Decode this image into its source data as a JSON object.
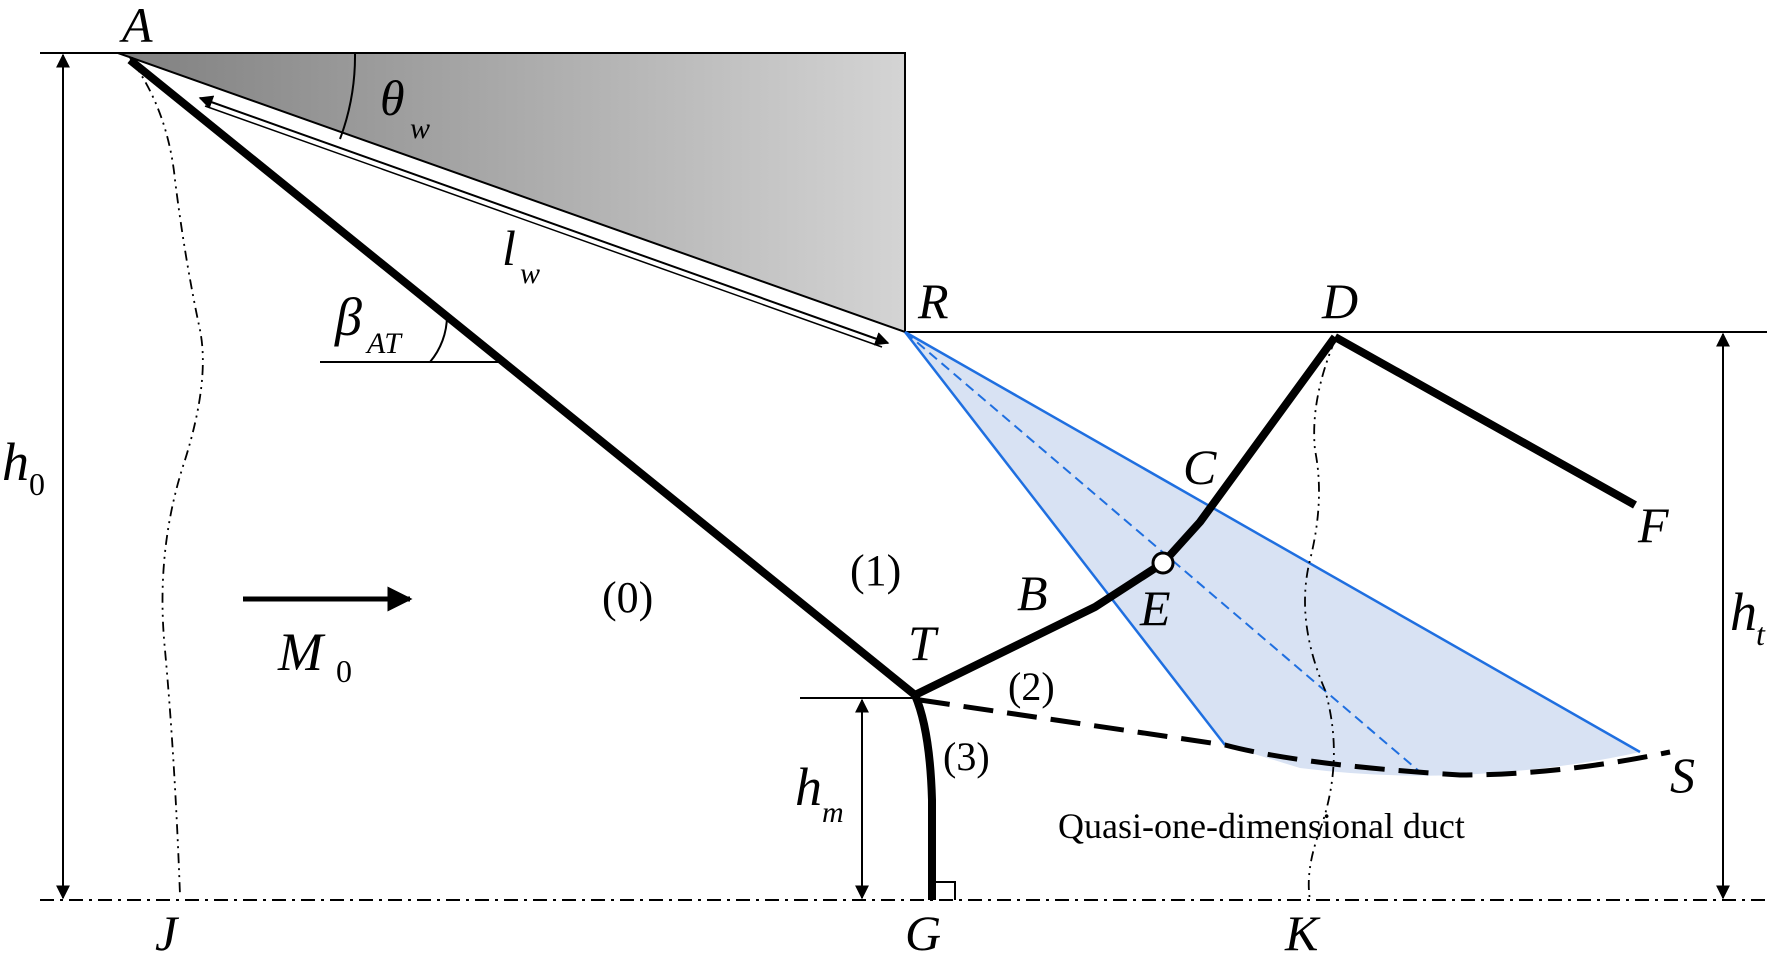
{
  "points": {
    "A": "A",
    "R": "R",
    "D": "D",
    "C": "C",
    "F": "F",
    "E": "E",
    "B": "B",
    "T": "T",
    "S": "S",
    "J": "J",
    "G": "G",
    "K": "K"
  },
  "regions": {
    "r0": "(0)",
    "r1": "(1)",
    "r2": "(2)",
    "r3": "(3)"
  },
  "symbols": {
    "theta": {
      "main": "θ",
      "sub": "w"
    },
    "lw": {
      "main": "l",
      "sub": "w"
    },
    "beta": {
      "main": "β",
      "sub": "AT"
    },
    "h0": {
      "main": "h",
      "sub": "0"
    },
    "ht": {
      "main": "h",
      "sub": "t"
    },
    "hm": {
      "main": "h",
      "sub": "m"
    },
    "M0": {
      "main": "M",
      "sub": "0"
    }
  },
  "duct_label": "Quasi-one-dimensional duct",
  "colors": {
    "shock": "#000000",
    "expansion_fan": "#1f6fe0",
    "fan_fill": "#d8e2f3",
    "wedge_dark": "#808080",
    "wedge_light": "#d4d4d4"
  }
}
